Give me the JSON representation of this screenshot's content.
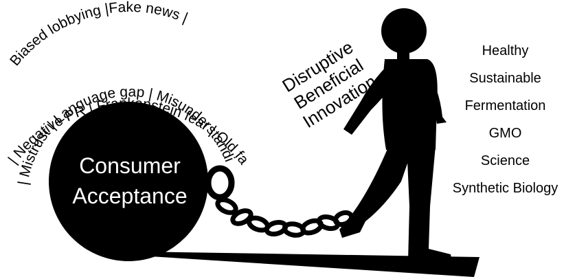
{
  "ball_label": [
    "Consumer",
    "Acceptance"
  ],
  "barriers": [
    "Biased lobbying |Fake news |",
    "| Negative PR | Frankenstein fear | Old failures",
    "| Mistrust | Language gap | Misunderstanding"
  ],
  "innovation_label": [
    "Disruptive",
    "Beneficial",
    "Innovation"
  ],
  "attributes": [
    "Healthy",
    "Sustainable",
    "Fermentation",
    "GMO",
    "Science",
    "Synthetic Biology"
  ],
  "colors": {
    "ink": "#000000",
    "background": "#ffffff",
    "ball_text": "#ffffff"
  },
  "icons": [
    "ball-and-chain-icon",
    "walking-person-icon"
  ]
}
